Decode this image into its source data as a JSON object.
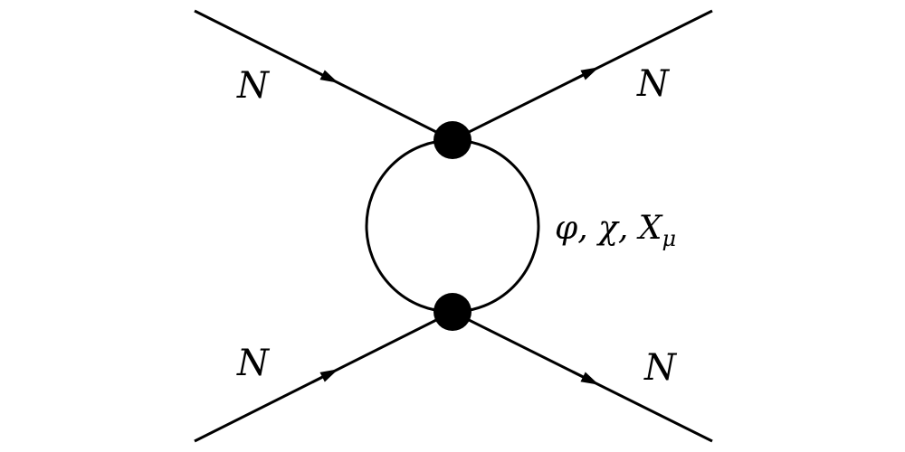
{
  "diagram": {
    "external_labels": {
      "top_left": "N",
      "top_right": "N",
      "bottom_left": "N",
      "bottom_right": "N"
    },
    "loop_label": {
      "main": "φ, χ, X",
      "subscript": "μ"
    },
    "colors": {
      "line": "#000000",
      "vertex": "#000000",
      "background": "#ffffff"
    }
  }
}
